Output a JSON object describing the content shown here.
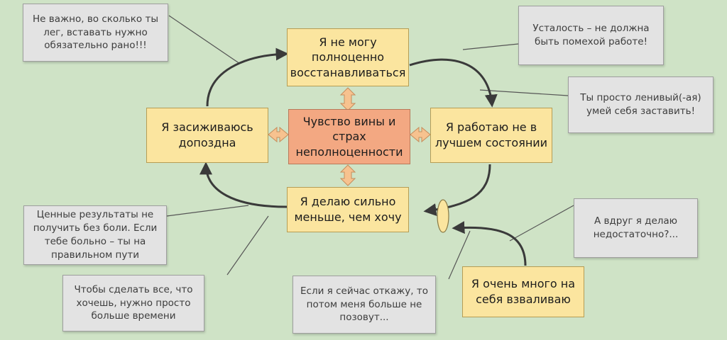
{
  "colors": {
    "background": "#cfe3c6",
    "main_box_fill": "#fbe59f",
    "center_box_fill": "#f3a882",
    "note_fill": "#e3e3e3",
    "arrow": "#3a3a3a",
    "double_arrow_fill": "#f7c28f"
  },
  "main_boxes": {
    "cannot_recover": "Я не могу\nполноценно\nвосстанавливаться",
    "stay_up_late": "Я засиживаюсь\nдопоздна",
    "guilt_fear": "Чувство вины и\nстрах\nнеполноценности",
    "work_bad_state": "Я работаю не в\nлучшем состоянии",
    "do_less": "Я делаю сильно\nменьше, чем хочу",
    "take_too_much": "Я очень много на\nсебя взваливаю"
  },
  "notes": {
    "wake_early": "Не важно, во сколько ты\nлег, вставать нужно\nобязательно рано!!!",
    "fatigue_not_obstacle": "Усталость – не должна\nбыть помехой работе!",
    "lazy": "Ты просто ленивый(-ая)\nумей себя заставить!",
    "no_pain": "Ценные результаты не\nполучить без боли. Если\nтебе больно – ты на\nправильном пути",
    "more_time": "Чтобы сделать все, что\nхочешь, нужно просто\nбольше времени",
    "refuse": "Если я сейчас откажу, то\nпотом меня  больше не\nпозовут...",
    "not_enough": "А вдруг я делаю\nнедостаточно?..."
  }
}
